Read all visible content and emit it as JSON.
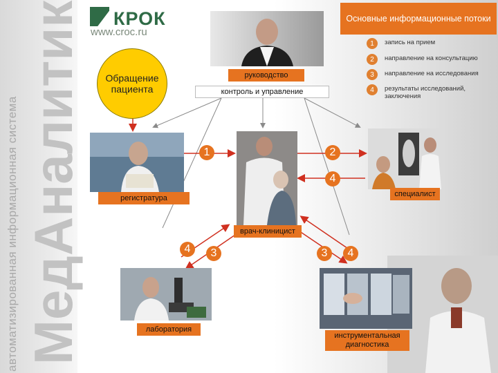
{
  "branding": {
    "logo_name": "КРОК",
    "url": "www.croc.ru",
    "side_caption": "автоматизированная информационная система",
    "side_title": "МедАналитика"
  },
  "patient_circle": {
    "label": "Обращение пациента"
  },
  "flows": {
    "title": "Основные информационные потоки",
    "items": [
      {
        "num": "1",
        "label": "запись на прием"
      },
      {
        "num": "2",
        "label": "направление на консультацию"
      },
      {
        "num": "3",
        "label": "направление на исследования"
      },
      {
        "num": "4",
        "label": "результаты исследований, заключения"
      }
    ]
  },
  "management": {
    "top_label": "руководство",
    "bottom_label": "контроль и управление"
  },
  "nodes": {
    "registry": "регистратура",
    "specialist": "специалист",
    "clinician": "врач-клиницист",
    "laboratory": "лаборатория",
    "diagnostics": "инструментальная диагностика"
  },
  "badges": {
    "reg_to_clin": "1",
    "clin_to_spec": "2",
    "spec_to_clin": "4",
    "lab_in": "4",
    "lab_out": "3",
    "diag_out": "3",
    "diag_in": "4"
  },
  "colors": {
    "accent_orange": "#e67320",
    "patient_yellow": "#ffcc00",
    "brand_green": "#2f6b46",
    "arrow_red": "#d03020",
    "arrow_gray": "#8a8a8a"
  }
}
